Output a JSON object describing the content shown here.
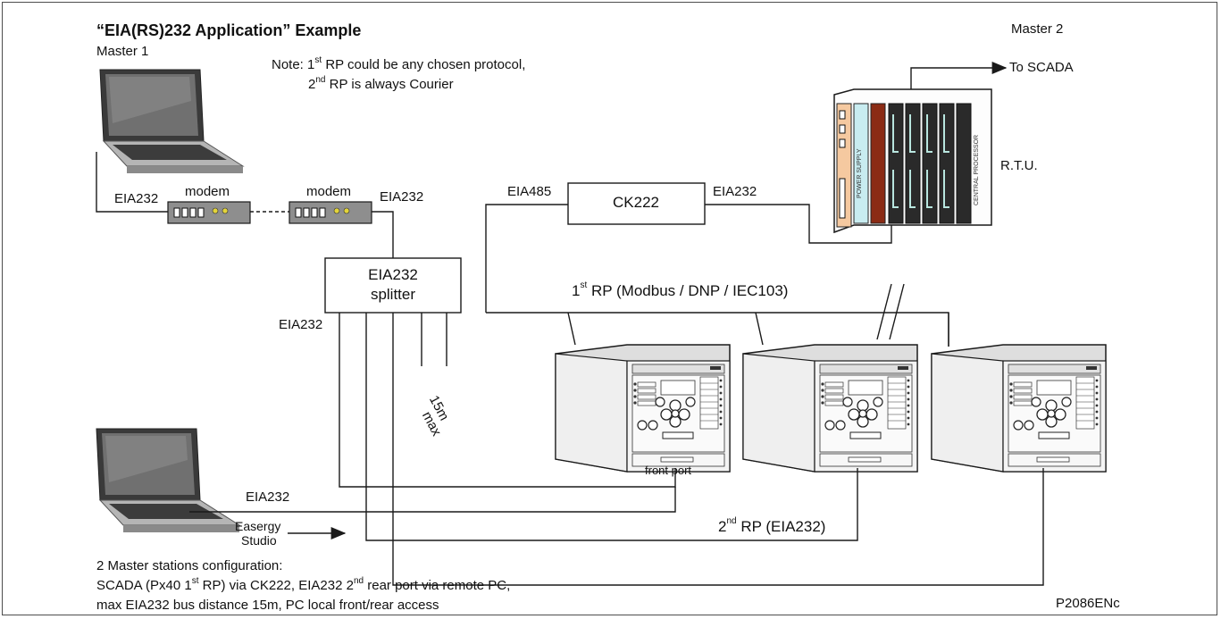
{
  "title": "“EIA(RS)232 Application” Example",
  "master1": "Master 1",
  "master2": "Master 2",
  "note": {
    "line1_pre": "Note: 1",
    "line1_sup": "st",
    "line1_post": " RP could be any chosen protocol,",
    "line2_pre": "2",
    "line2_sup": "nd",
    "line2_post": " RP is always Courier"
  },
  "to_scada": "To SCADA",
  "rtu": "R.T.U.",
  "rtu_power_supply": "POWER SUPPLY",
  "rtu_central_processor": "CENTRAL PROCESSOR",
  "modem_left": "modem",
  "modem_right": "modem",
  "labels": {
    "eia232_pc1": "EIA232",
    "eia232_modem": "EIA232",
    "eia485": "EIA485",
    "eia232_ck": "EIA232",
    "eia232_splitter_out": "EIA232",
    "eia232_pc2": "EIA232"
  },
  "ck222": "CK222",
  "splitter_line1": "EIA232",
  "splitter_line2": "splitter",
  "rp1": {
    "pre": "1",
    "sup": "st",
    "post": " RP (Modbus / DNP / IEC103)"
  },
  "rp2": {
    "pre": "2",
    "sup": "nd",
    "post": " RP (EIA232)"
  },
  "dist_15m": "15m",
  "dist_max": "max",
  "front_port": "front port",
  "easergy1": "Easergy",
  "easergy2": "Studio",
  "config": {
    "line1": "2 Master stations configuration:",
    "line2_pre": "SCADA (Px40 1",
    "line2_sup": "st",
    "line2_post": " RP) via CK222,  EIA232 2",
    "line2_sup2": "nd",
    "line2_post2": " rear port via remote PC,",
    "line3": "max EIA232 bus distance 15m,  PC local front/rear access"
  },
  "figure_id": "P2086ENc",
  "colors": {
    "line": "#1a1a1a",
    "device_grey": "#d9d9d9",
    "rtu_orange": "#f5c9a0",
    "rtu_cyan": "#c8ecf0",
    "rtu_brown": "#8b2b14",
    "rtu_dark": "#2a2a2a"
  }
}
